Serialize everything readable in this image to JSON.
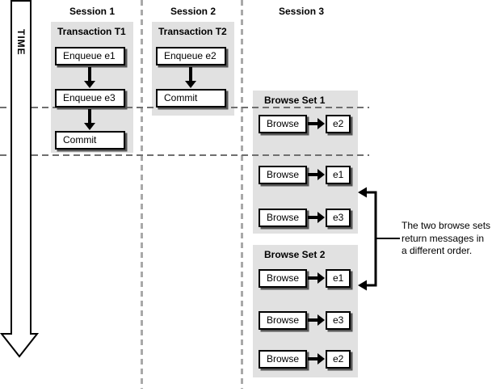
{
  "time_axis": {
    "label": "TIME"
  },
  "sessions": [
    {
      "label": "Session 1"
    },
    {
      "label": "Session 2"
    },
    {
      "label": "Session 3"
    }
  ],
  "transactions": [
    {
      "title": "Transaction T1",
      "steps": [
        "Enqueue e1",
        "Enqueue e3",
        "Commit"
      ]
    },
    {
      "title": "Transaction T2",
      "steps": [
        "Enqueue e2",
        "Commit"
      ]
    }
  ],
  "browse_sets": [
    {
      "title": "Browse Set 1",
      "rows": [
        {
          "action": "Browse",
          "message": "e2"
        },
        {
          "action": "Browse",
          "message": "e1"
        },
        {
          "action": "Browse",
          "message": "e3"
        }
      ]
    },
    {
      "title": "Browse Set 2",
      "rows": [
        {
          "action": "Browse",
          "message": "e1"
        },
        {
          "action": "Browse",
          "message": "e3"
        },
        {
          "action": "Browse",
          "message": "e2"
        }
      ]
    }
  ],
  "annotation": {
    "lines": [
      "The two browse sets",
      "return messages in",
      "a different order."
    ]
  },
  "colors": {
    "panel_fill": "#e1e1e1",
    "box_border": "#000000",
    "box_shadow": "#565656",
    "vertical_dash": "#a9a9a9",
    "horizontal_dash": "#6f6f6f",
    "arrow": "#000000"
  }
}
